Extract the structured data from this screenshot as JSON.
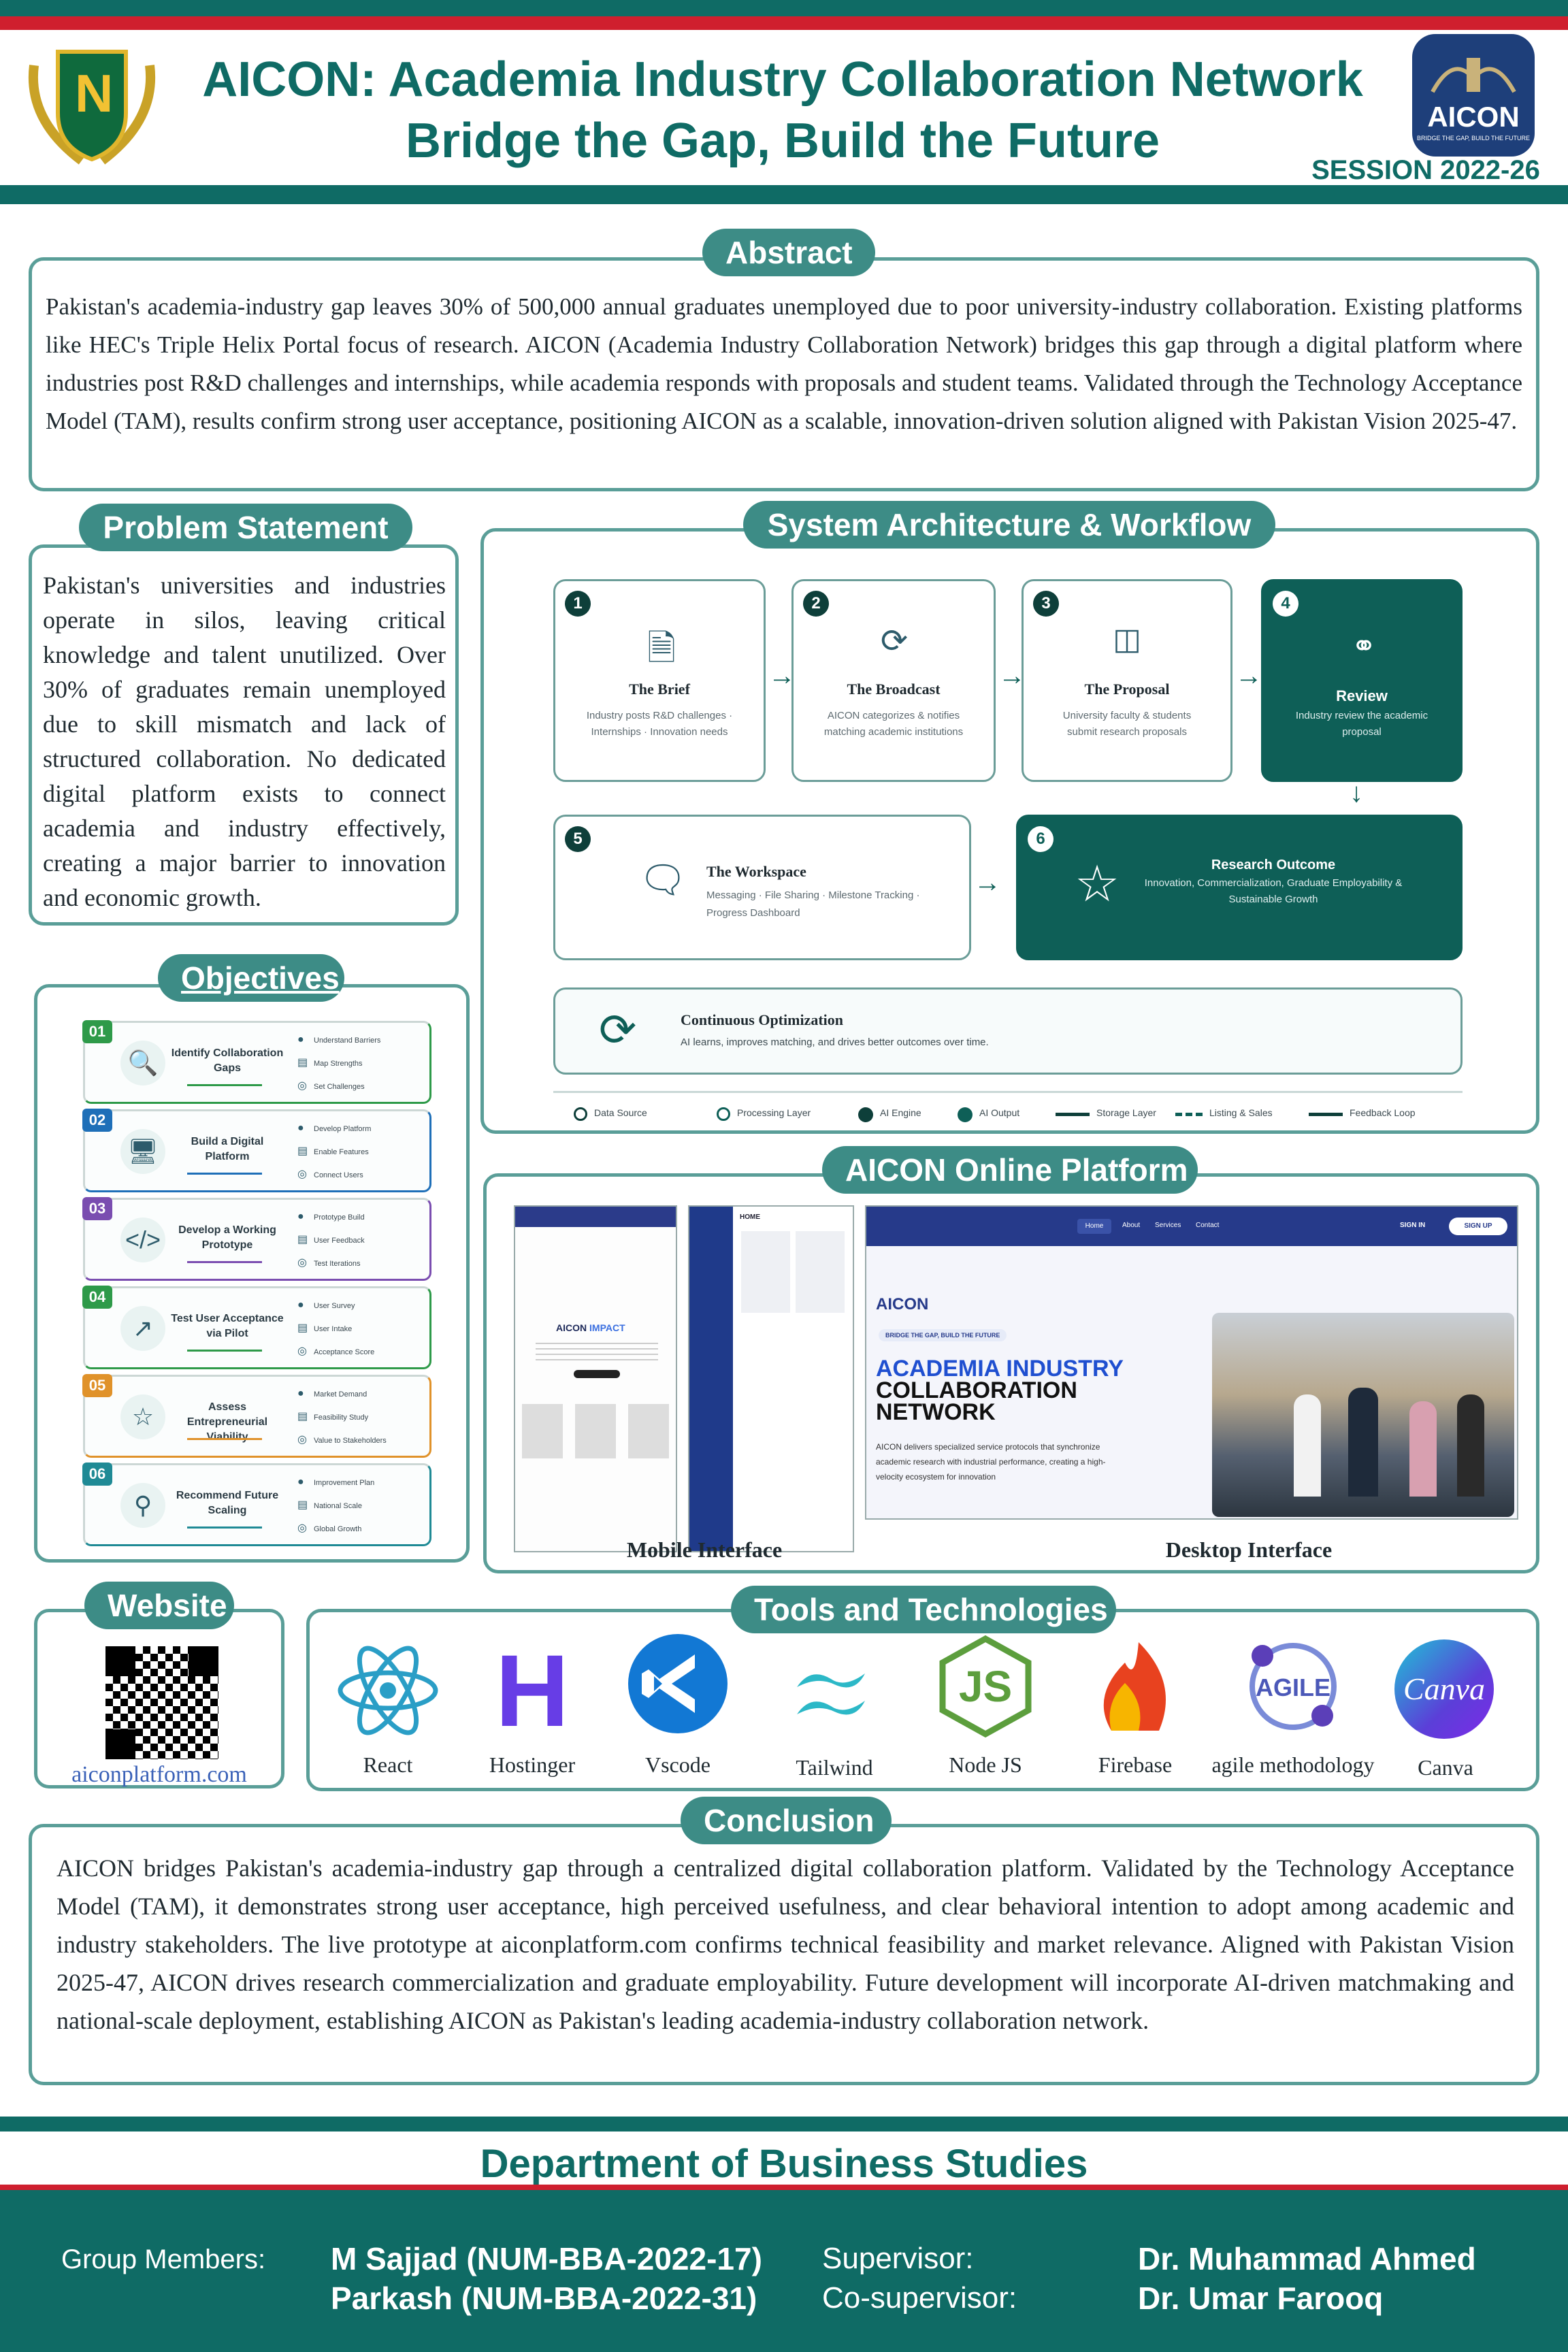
{
  "header": {
    "title_line1": "AICON: Academia Industry Collaboration Network",
    "title_line2": "Bridge the Gap, Build the Future",
    "session": "SESSION 2022-26",
    "logo_left_letter": "N",
    "logo_right_text": "AICON",
    "logo_right_tagline": "BRIDGE THE GAP, BUILD THE FUTURE"
  },
  "abstract": {
    "title": "Abstract",
    "text": "Pakistan's academia-industry gap leaves 30% of 500,000 annual graduates unemployed due to poor university-industry collaboration. Existing platforms like HEC's Triple Helix Portal focus of research. AICON (Academia Industry Collaboration Network) bridges this gap through a digital platform where industries post R&D challenges and internships, while academia responds with proposals and student teams. Validated through the Technology Acceptance Model (TAM), results confirm strong user acceptance, positioning AICON as a scalable, innovation-driven solution aligned with Pakistan Vision 2025-47."
  },
  "problem": {
    "title": "Problem Statement",
    "text": "Pakistan's universities and industries operate in silos, leaving critical knowledge and talent unutilized. Over 30% of graduates remain unemployed due to skill mismatch and lack of structured collaboration. No dedicated digital platform exists to connect academia and industry effectively, creating a major barrier to innovation and economic growth."
  },
  "architecture": {
    "title": "System Architecture & Workflow",
    "steps": [
      {
        "num": "1",
        "title": "The Brief",
        "sub1": "Industry posts R&D challenges ·",
        "sub2": "Internships · Innovation needs"
      },
      {
        "num": "2",
        "title": "The Broadcast",
        "sub1": "AICON categorizes & notifies",
        "sub2": "matching academic institutions"
      },
      {
        "num": "3",
        "title": "The Proposal",
        "sub1": "University faculty & students",
        "sub2": "submit research proposals"
      },
      {
        "num": "4",
        "title": "Review",
        "sub1": "Industry review the academic",
        "sub2": "proposal"
      },
      {
        "num": "5",
        "title": "The Workspace",
        "sub1": "Messaging · File Sharing · Milestone Tracking ·",
        "sub2": "Progress Dashboard"
      },
      {
        "num": "6",
        "title": "Research Outcome",
        "sub1": "Innovation, Commercialization, Graduate Employability &",
        "sub2": "Sustainable Growth"
      }
    ],
    "optimization_title": "Continuous Optimization",
    "optimization_sub": "AI learns, improves matching, and drives better outcomes over time.",
    "legend": [
      "Data Source",
      "Processing Layer",
      "AI Engine",
      "AI Output",
      "Storage Layer",
      "Listing & Sales",
      "Feedback Loop"
    ]
  },
  "objectives": {
    "title": "Objectives",
    "items": [
      {
        "num": "01",
        "name": "Identify Collaboration Gaps",
        "color": "#2e9a49",
        "points": [
          "Understand Barriers",
          "Map Strengths",
          "Set Challenges"
        ]
      },
      {
        "num": "02",
        "name": "Build a Digital Platform",
        "color": "#1e6fb8",
        "points": [
          "Develop Platform",
          "Enable Features",
          "Connect Users"
        ]
      },
      {
        "num": "03",
        "name": "Develop a Working Prototype",
        "color": "#7a4db0",
        "points": [
          "Prototype Build",
          "User Feedback",
          "Test Iterations"
        ]
      },
      {
        "num": "04",
        "name": "Test User Acceptance via Pilot",
        "color": "#2e9a49",
        "points": [
          "User Survey",
          "User Intake",
          "Acceptance Score"
        ]
      },
      {
        "num": "05",
        "name": "Assess Entrepreneurial Viability",
        "color": "#e0922a",
        "points": [
          "Market Demand",
          "Feasibility Study",
          "Value to Stakeholders"
        ]
      },
      {
        "num": "06",
        "name": "Recommend Future Scaling",
        "color": "#1f8a95",
        "points": [
          "Improvement Plan",
          "National Scale",
          "Global Growth"
        ]
      }
    ]
  },
  "platform": {
    "title": "AICON Online Platform",
    "mobile_label": "Mobile Interface",
    "desktop_label": "Desktop Interface",
    "mobile_heading_a": "AICON",
    "mobile_heading_b": "IMPACT",
    "mobile_sidebar_title": "HOME",
    "desktop_nav": [
      "Home",
      "About",
      "Services",
      "Contact"
    ],
    "desktop_signin": "SIGN IN",
    "desktop_signup": "SIGN UP",
    "desktop_brand": "AICON",
    "desktop_tag": "BRIDGE THE GAP, BUILD THE FUTURE",
    "desktop_h1_a": "ACADEMIA INDUSTRY",
    "desktop_h1_b": "COLLABORATION",
    "desktop_h1_c": "NETWORK",
    "desktop_body": "AICON delivers specialized service protocols that synchronize academic research with industrial performance, creating a high-velocity ecosystem for innovation"
  },
  "website": {
    "title": "Website",
    "url": "aiconplatform.com"
  },
  "tools": {
    "title": "Tools and Technologies",
    "items": [
      {
        "name": "React",
        "icon": "react-icon"
      },
      {
        "name": "Hostinger",
        "icon": "hostinger-icon"
      },
      {
        "name": "Vscode",
        "icon": "vscode-icon"
      },
      {
        "name": "Tailwind",
        "icon": "tailwind-icon"
      },
      {
        "name": "Node JS",
        "icon": "nodejs-icon"
      },
      {
        "name": "Firebase",
        "icon": "firebase-icon"
      },
      {
        "name": "agile methodology",
        "icon": "agile-icon"
      },
      {
        "name": "Canva",
        "icon": "canva-icon"
      }
    ],
    "hostinger_glyph": "H",
    "node_glyph": "JS",
    "agile_glyph": "AGILE",
    "canva_glyph": "Canva"
  },
  "conclusion": {
    "title": "Conclusion",
    "text": "AICON bridges Pakistan's academia-industry gap through a centralized digital collaboration platform. Validated by the Technology Acceptance Model (TAM), it demonstrates strong user acceptance, high perceived usefulness, and clear behavioral intention to adopt among academic and industry stakeholders. The live prototype at aiconplatform.com confirms technical feasibility and market relevance. Aligned with Pakistan Vision 2025-47, AICON drives research commercialization and graduate employability. Future development will incorporate AI-driven matchmaking and national-scale deployment, establishing AICON as Pakistan's leading academia-industry collaboration network."
  },
  "footer": {
    "department": "Department of Business Studies",
    "group_label": "Group Members:",
    "member1": "M Sajjad (NUM-BBA-2022-17)",
    "member2": "Parkash (NUM-BBA-2022-31)",
    "supervisor_label": "Supervisor:",
    "cosupervisor_label": "Co-supervisor:",
    "supervisor": "Dr. Muhammad Ahmed",
    "cosupervisor": "Dr. Umar Farooq"
  },
  "colors": {
    "primary": "#0f6b65",
    "accent_red": "#cf1f2e",
    "panel_border": "#5a9e98",
    "pill": "#3d8c86"
  }
}
